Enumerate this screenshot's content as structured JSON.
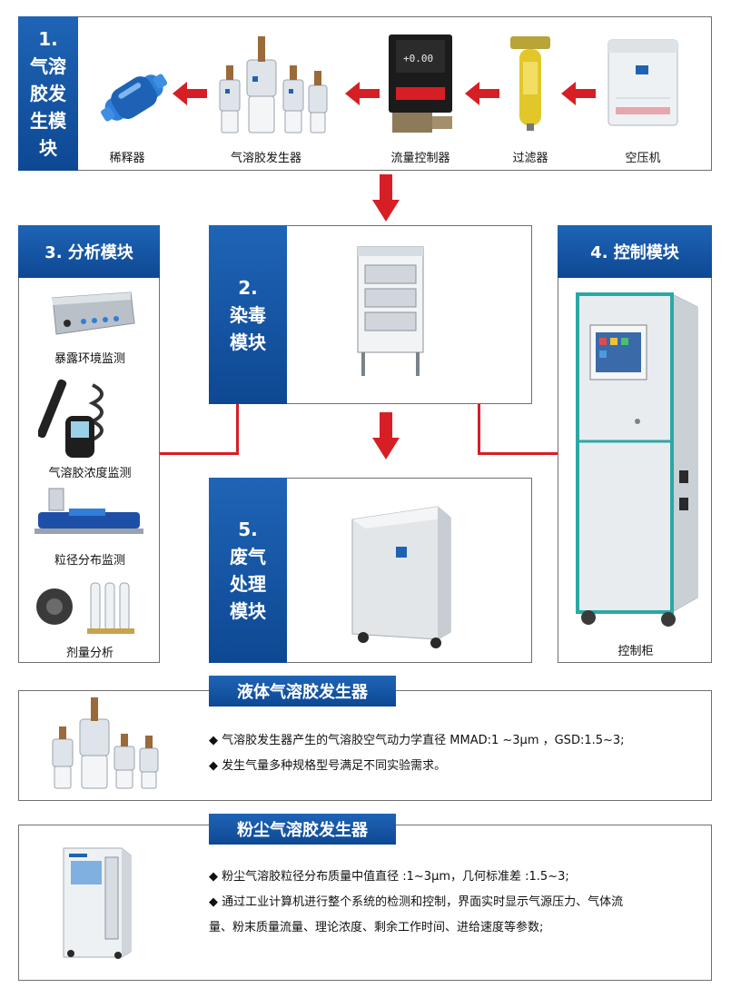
{
  "module1": {
    "tag": "1.\n气溶\n胶发\n生模\n块",
    "items": [
      "稀释器",
      "气溶胶发生器",
      "流量控制器",
      "过滤器",
      "空压机"
    ]
  },
  "module2": {
    "tag": "2.\n染毒\n模块"
  },
  "module3": {
    "tag": "3. 分析模块",
    "items": [
      "暴露环境监测",
      "气溶胶浓度监测",
      "粒径分布监测",
      "剂量分析"
    ]
  },
  "module4": {
    "tag": "4. 控制模块",
    "item": "控制柜"
  },
  "module5": {
    "tag": "5.\n废气\n处理\n模块"
  },
  "liquid": {
    "title": "液体气溶胶发生器",
    "bullets": [
      "◆ 气溶胶发生器产生的气溶胶空气动力学直径 MMAD:1 ~3μm ，GSD:1.5~3;",
      "◆ 发生气量多种规格型号满足不同实验需求。"
    ]
  },
  "dust": {
    "title": "粉尘气溶胶发生器",
    "bullets": [
      "◆ 粉尘气溶胶粒径分布质量中值直径 :1~3μm，几何标准差 :1.5~3;",
      "◆ 通过工业计算机进行整个系统的检测和控制，界面实时显示气源压力、气体流",
      "量、粉末质量流量、理论浓度、剩余工作时间、进给速度等参数;"
    ]
  },
  "colors": {
    "blue": "#0d4893",
    "red": "#d81e25",
    "border": "#6f6f6f"
  }
}
